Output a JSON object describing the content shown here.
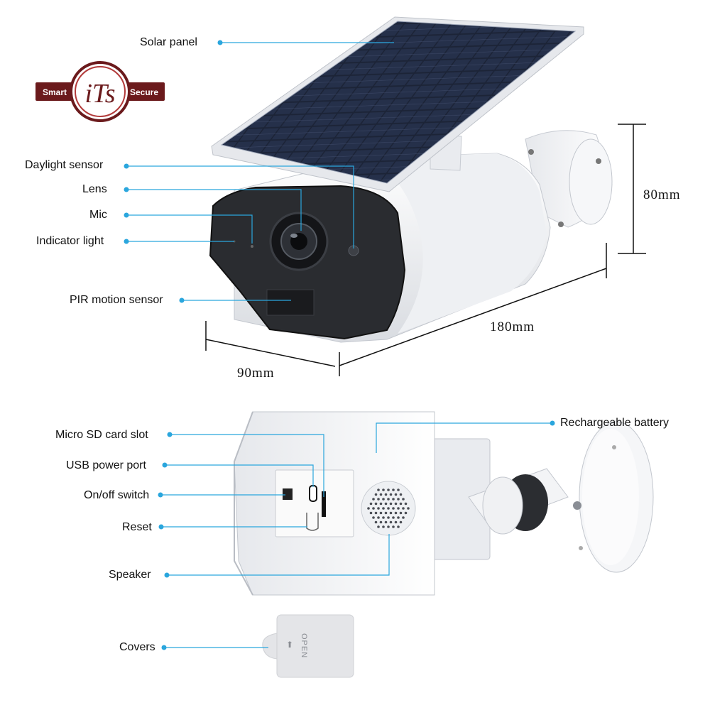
{
  "logo": {
    "left_word": "Smart",
    "right_word": "Secure",
    "colors": {
      "maroon": "#6b1a1c",
      "ring": "#b23a3a"
    }
  },
  "top_callouts": [
    {
      "id": "solar-panel",
      "label": "Solar panel"
    },
    {
      "id": "daylight-sensor",
      "label": "Daylight sensor"
    },
    {
      "id": "lens",
      "label": "Lens"
    },
    {
      "id": "mic",
      "label": "Mic"
    },
    {
      "id": "indicator-light",
      "label": "Indicator light"
    },
    {
      "id": "pir-motion-sensor",
      "label": "PIR motion sensor"
    }
  ],
  "bottom_callouts": [
    {
      "id": "micro-sd-card-slot",
      "label": "Micro SD card slot"
    },
    {
      "id": "usb-power-port",
      "label": "USB power port"
    },
    {
      "id": "on-off-switch",
      "label": "On/off switch"
    },
    {
      "id": "reset",
      "label": "Reset"
    },
    {
      "id": "speaker",
      "label": "Speaker"
    },
    {
      "id": "covers",
      "label": "Covers"
    },
    {
      "id": "rechargeable-battery",
      "label": "Rechargeable battery"
    }
  ],
  "dimensions": {
    "height": "80mm",
    "length": "180mm",
    "width": "90mm"
  },
  "cover_text": "OPEN",
  "colors": {
    "callout_line": "#2aa6dd",
    "body": "#f4f5f7",
    "face": "#2a2c30",
    "panel": "#1b2233"
  }
}
